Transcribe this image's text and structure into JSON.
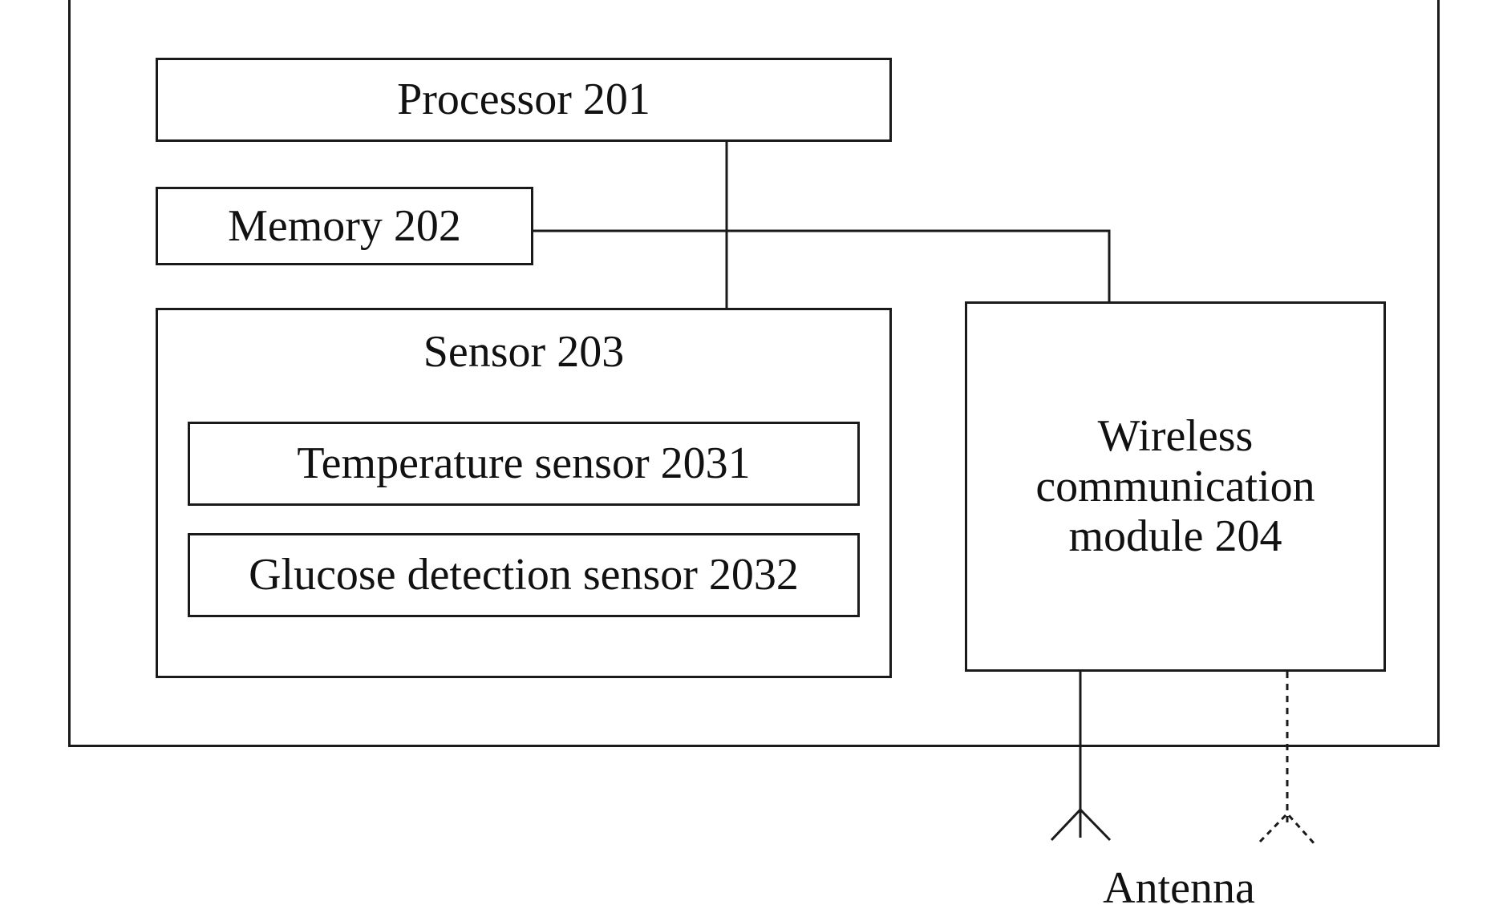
{
  "processor": {
    "label": "Processor 201"
  },
  "memory": {
    "label": "Memory 202"
  },
  "sensor": {
    "label": "Sensor 203",
    "temperature_sensor": {
      "label": "Temperature sensor 2031"
    },
    "glucose_sensor": {
      "label": "Glucose detection sensor 2032"
    }
  },
  "wireless_module": {
    "label_lines": [
      "Wireless",
      "communication",
      "module 204"
    ]
  },
  "antenna": {
    "label": "Antenna"
  },
  "colors": {
    "line": "#1a1a1a",
    "background": "#ffffff"
  }
}
